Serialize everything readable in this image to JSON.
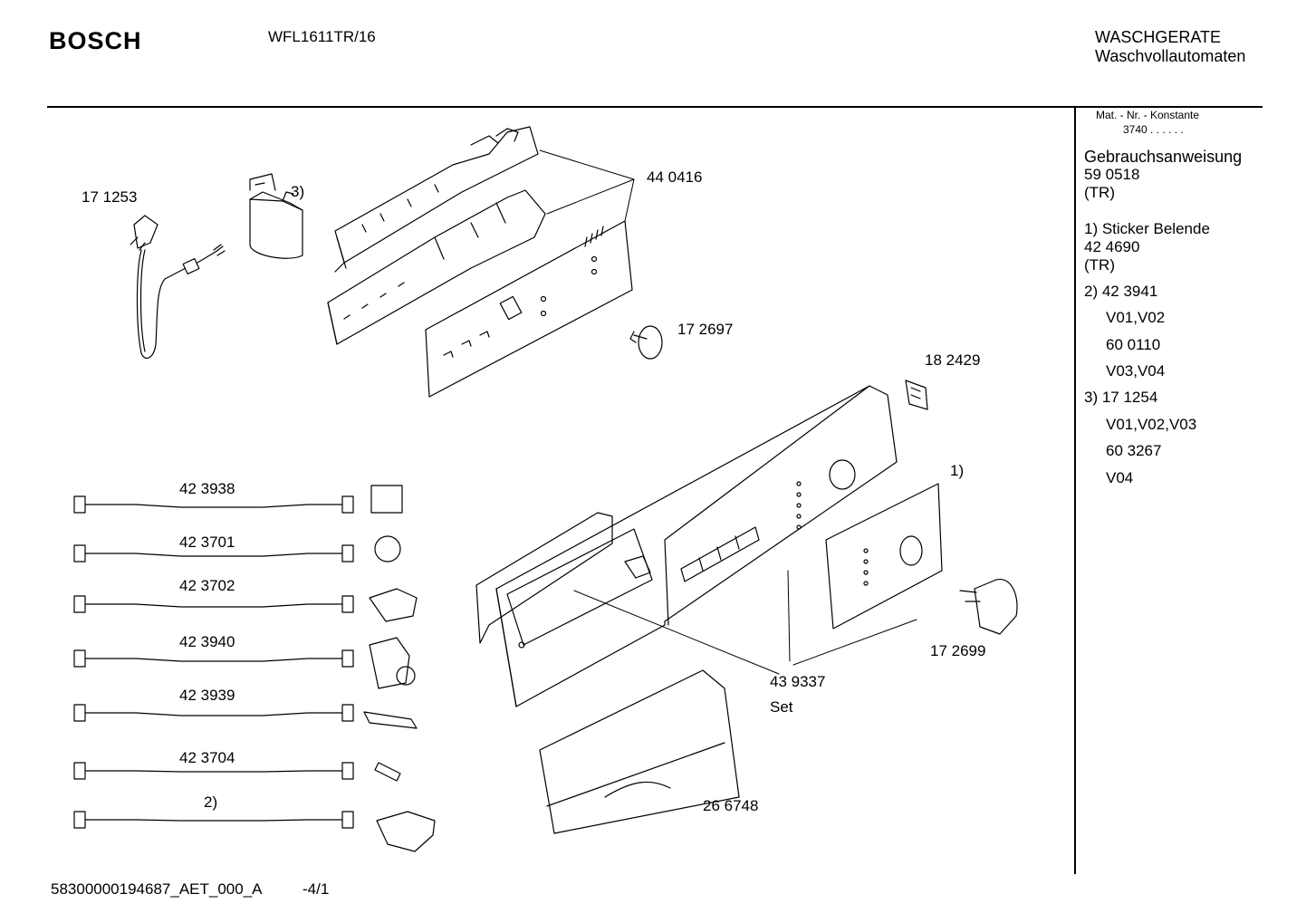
{
  "header": {
    "brand": "BOSCH",
    "model": "WFL1611TR/16",
    "category_line1": "WASCHGERATE",
    "category_line2": "Waschvollautomaten"
  },
  "sidebar": {
    "mat_label": "Mat. - Nr. - Konstante",
    "mat_value": "3740 . . . . . .",
    "manual_title": "Gebrauchsanweisung",
    "manual_number": "59 0518",
    "manual_lang": "(TR)",
    "note1_title": "1) Sticker Belende",
    "note1_number": "42 4690",
    "note1_lang": "(TR)",
    "note2_head": "2) 42 3941",
    "note2_v1": "V01,V02",
    "note2_p2": "60 0110",
    "note2_v2": "V03,V04",
    "note3_head": "3) 17 1254",
    "note3_v1": "V01,V02,V03",
    "note3_p2": "60 3267",
    "note3_v2": "V04"
  },
  "parts": {
    "power_cord": "17 1253",
    "filter_note": "3)",
    "pcb_set": "44 0416",
    "knob": "17 2697",
    "clip": "18 2429",
    "sticker_note": "1)",
    "programme_knob": "17 2699",
    "panel_set": "43 9337",
    "panel_set_suffix": "Set",
    "drawer_handle": "26 6748",
    "harness_1": "42 3938",
    "harness_2": "42 3701",
    "harness_3": "42 3702",
    "harness_4": "42 3940",
    "harness_5": "42 3939",
    "harness_6": "42 3704",
    "harness_7": "2)"
  },
  "footer": {
    "doc_id": "58300000194687_AET_000_A",
    "page": "-4/1"
  }
}
